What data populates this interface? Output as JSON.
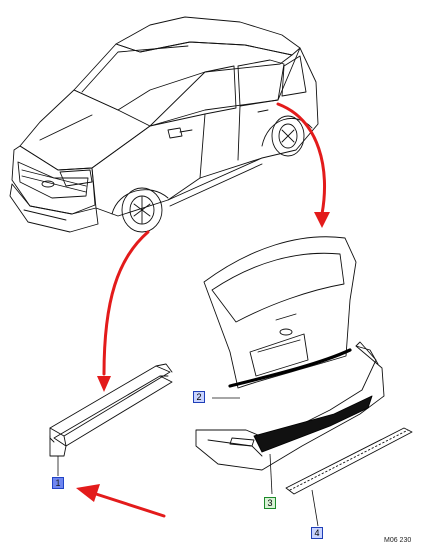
{
  "callouts": [
    {
      "id": "1",
      "label": "1"
    },
    {
      "id": "2",
      "label": "2"
    },
    {
      "id": "3",
      "label": "3"
    },
    {
      "id": "4",
      "label": "4"
    }
  ],
  "drawing_code": "M06 230",
  "colors": {
    "arrow": "#e31b1b",
    "line": "#111111",
    "callout_blue": "#1f3fb8",
    "callout_green": "#1d8a2a"
  }
}
